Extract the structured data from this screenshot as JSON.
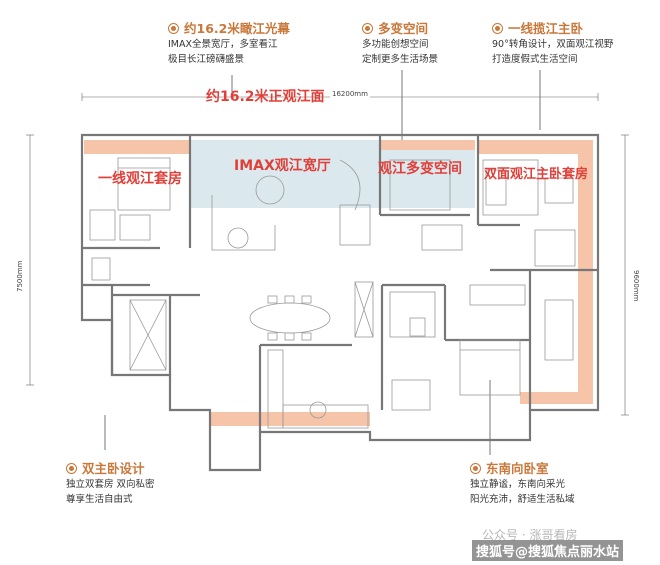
{
  "callouts": {
    "curtain": {
      "title": "约16.2米瞰江光幕",
      "lines": [
        "IMAX全景宽厅，多室看江",
        "极目长江磅礴盛景"
      ]
    },
    "multi": {
      "title": "多变空间",
      "lines": [
        "多功能创想空间",
        "定制更多生活场景"
      ]
    },
    "master": {
      "title": "一线揽江主卧",
      "lines": [
        "90°转角设计，双面观江视野",
        "打造度假式生活空间"
      ]
    },
    "dual": {
      "title": "双主卧设计",
      "lines": [
        "独立双套房 双向私密",
        "尊享生活自由式"
      ]
    },
    "southeast": {
      "title": "东南向卧室",
      "lines": [
        "独立静谧，东南向采光",
        "阳光充沛，舒适生活私域"
      ]
    }
  },
  "frontage_label": "约16.2米正观江面",
  "dimensions": {
    "top": "16200mm",
    "left": "7500mm",
    "right": "9600mm"
  },
  "room_labels": {
    "suite": "一线观江套房",
    "hall": "IMAX观江宽厅",
    "multi": "观江多变空间",
    "master": "双面观江主卧套房"
  },
  "watermark": {
    "account": "公众号 · 涨哥看房",
    "site": "搜狐号@搜狐焦点丽水站"
  },
  "colors": {
    "accent_orange": "#c9783a",
    "label_red": "#e0403a",
    "strip_peach": "#f6c4a8",
    "hall_blue": "#dbe9ee"
  }
}
